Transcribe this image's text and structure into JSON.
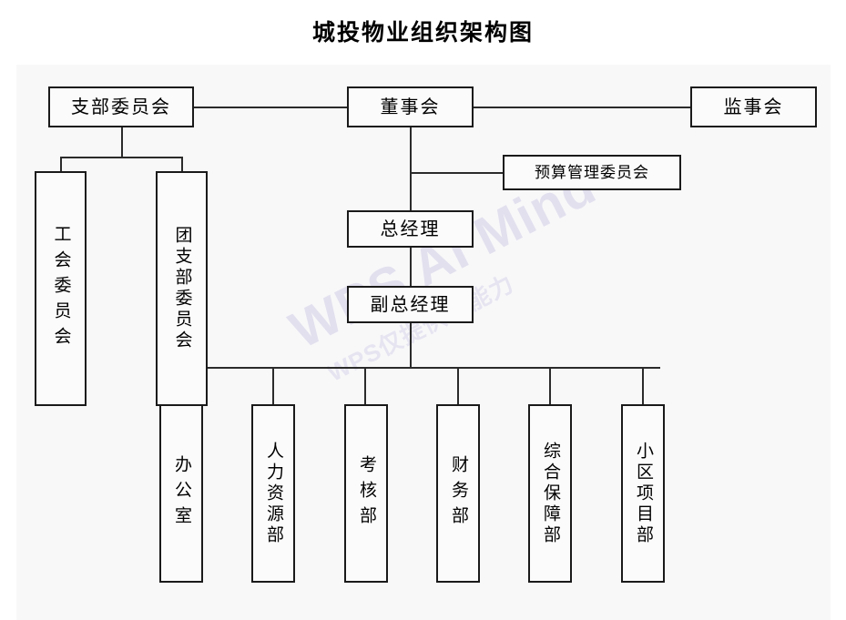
{
  "title": "城投物业组织架构图",
  "watermark": {
    "main": "WPS AI Mind",
    "sub": "WPS仅提供AI能力"
  },
  "colors": {
    "canvas_background": "#f8f8f9",
    "box_border": "#1a1a1a",
    "box_fill": "#fbfbfb",
    "connector": "#2b2b2b",
    "text": "#000000",
    "watermark": "#e2e0ee"
  },
  "chart_data": {
    "type": "diagram",
    "diagram_kind": "organization-chart",
    "title": "城投物业组织架构图",
    "orientation": "top-down",
    "nodes": [
      {
        "id": "board",
        "label": "董事会",
        "level": 0,
        "text_direction": "horizontal"
      },
      {
        "id": "party",
        "label": "支部委员会",
        "level": 0,
        "text_direction": "horizontal"
      },
      {
        "id": "supervisor",
        "label": "监事会",
        "level": 0,
        "text_direction": "horizontal"
      },
      {
        "id": "budget",
        "label": "预算管理委员会",
        "level": 1,
        "text_direction": "horizontal"
      },
      {
        "id": "union",
        "label": "工会委员会",
        "level": 1,
        "text_direction": "vertical"
      },
      {
        "id": "league",
        "label": "团支部委员会",
        "level": 1,
        "text_direction": "vertical"
      },
      {
        "id": "gm",
        "label": "总经理",
        "level": 2,
        "text_direction": "horizontal"
      },
      {
        "id": "dgm",
        "label": "副总经理",
        "level": 3,
        "text_direction": "horizontal"
      },
      {
        "id": "office",
        "label": "办公室",
        "level": 4,
        "text_direction": "vertical"
      },
      {
        "id": "hr",
        "label": "人力资源部",
        "level": 4,
        "text_direction": "vertical"
      },
      {
        "id": "assess",
        "label": "考核部",
        "level": 4,
        "text_direction": "vertical"
      },
      {
        "id": "finance",
        "label": "财务部",
        "level": 4,
        "text_direction": "vertical"
      },
      {
        "id": "support",
        "label": "综合保障部",
        "level": 4,
        "text_direction": "vertical"
      },
      {
        "id": "project",
        "label": "小区项目部",
        "level": 4,
        "text_direction": "vertical"
      }
    ],
    "edges": [
      {
        "from": "party",
        "to": "board",
        "style": "horizontal"
      },
      {
        "from": "board",
        "to": "supervisor",
        "style": "horizontal"
      },
      {
        "from": "party",
        "to": "union",
        "style": "elbow"
      },
      {
        "from": "party",
        "to": "league",
        "style": "elbow"
      },
      {
        "from": "board",
        "to": "budget",
        "style": "elbow"
      },
      {
        "from": "board",
        "to": "gm",
        "style": "vertical"
      },
      {
        "from": "gm",
        "to": "dgm",
        "style": "vertical"
      },
      {
        "from": "dgm",
        "to": "office",
        "style": "elbow"
      },
      {
        "from": "dgm",
        "to": "hr",
        "style": "elbow"
      },
      {
        "from": "dgm",
        "to": "assess",
        "style": "elbow"
      },
      {
        "from": "dgm",
        "to": "finance",
        "style": "elbow"
      },
      {
        "from": "dgm",
        "to": "support",
        "style": "elbow"
      },
      {
        "from": "dgm",
        "to": "project",
        "style": "elbow"
      }
    ]
  }
}
